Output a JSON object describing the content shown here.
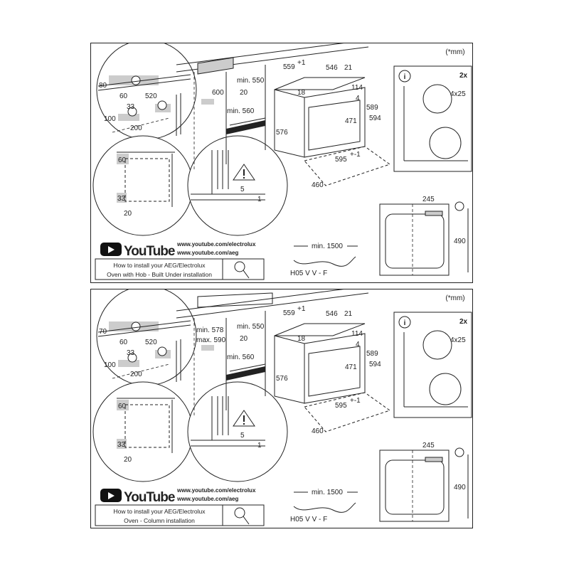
{
  "unit_note": "(*mm)",
  "youtube_label": "YouTube",
  "urls": [
    "www.youtube.com/electrolux",
    "www.youtube.com/aeg"
  ],
  "screws": {
    "count": "2x",
    "size": "4x25",
    "info_icon": "i"
  },
  "cable": {
    "length": "min. 1500",
    "type": "H05 V V - F"
  },
  "oven_dims": {
    "w_top": "559",
    "w_top_tol": "+1",
    "depth": "546",
    "door": "21",
    "top_gap": "18",
    "d114": "114",
    "d4": "4",
    "h589": "589",
    "h594": "594",
    "h471": "471",
    "h576": "576",
    "w595": "595",
    "w595_tol": "+-1",
    "d460": "460"
  },
  "front_dims": {
    "w245": "245",
    "h490": "490"
  },
  "gap_dims": {
    "d5": "5",
    "d1": "1"
  },
  "panels": [
    {
      "caption": [
        "How to install your AEG/Electrolux",
        "Oven with Hob - Built Under installation"
      ],
      "socket_dims": {
        "top": "80",
        "d60": "60",
        "d520": "520",
        "d33": "33",
        "d100": "100",
        "d200": "200"
      },
      "side_dims": {
        "d60": "60",
        "d33": "33",
        "d20": "20"
      },
      "cabinet_dims": {
        "height": [
          "600"
        ],
        "min550": "min. 550",
        "d20": "20",
        "min560": "min. 560"
      }
    },
    {
      "caption": [
        "How to install your AEG/Electrolux",
        "Oven - Column installation"
      ],
      "socket_dims": {
        "top": "70",
        "d60": "60",
        "d520": "520",
        "d33": "33",
        "d100": "100",
        "d200": "200"
      },
      "side_dims": {
        "d60": "60",
        "d33": "33",
        "d20": "20"
      },
      "cabinet_dims": {
        "height": [
          "min. 578",
          "max. 590"
        ],
        "min550": "min. 550",
        "d20": "20",
        "min560": "min. 560"
      }
    }
  ]
}
